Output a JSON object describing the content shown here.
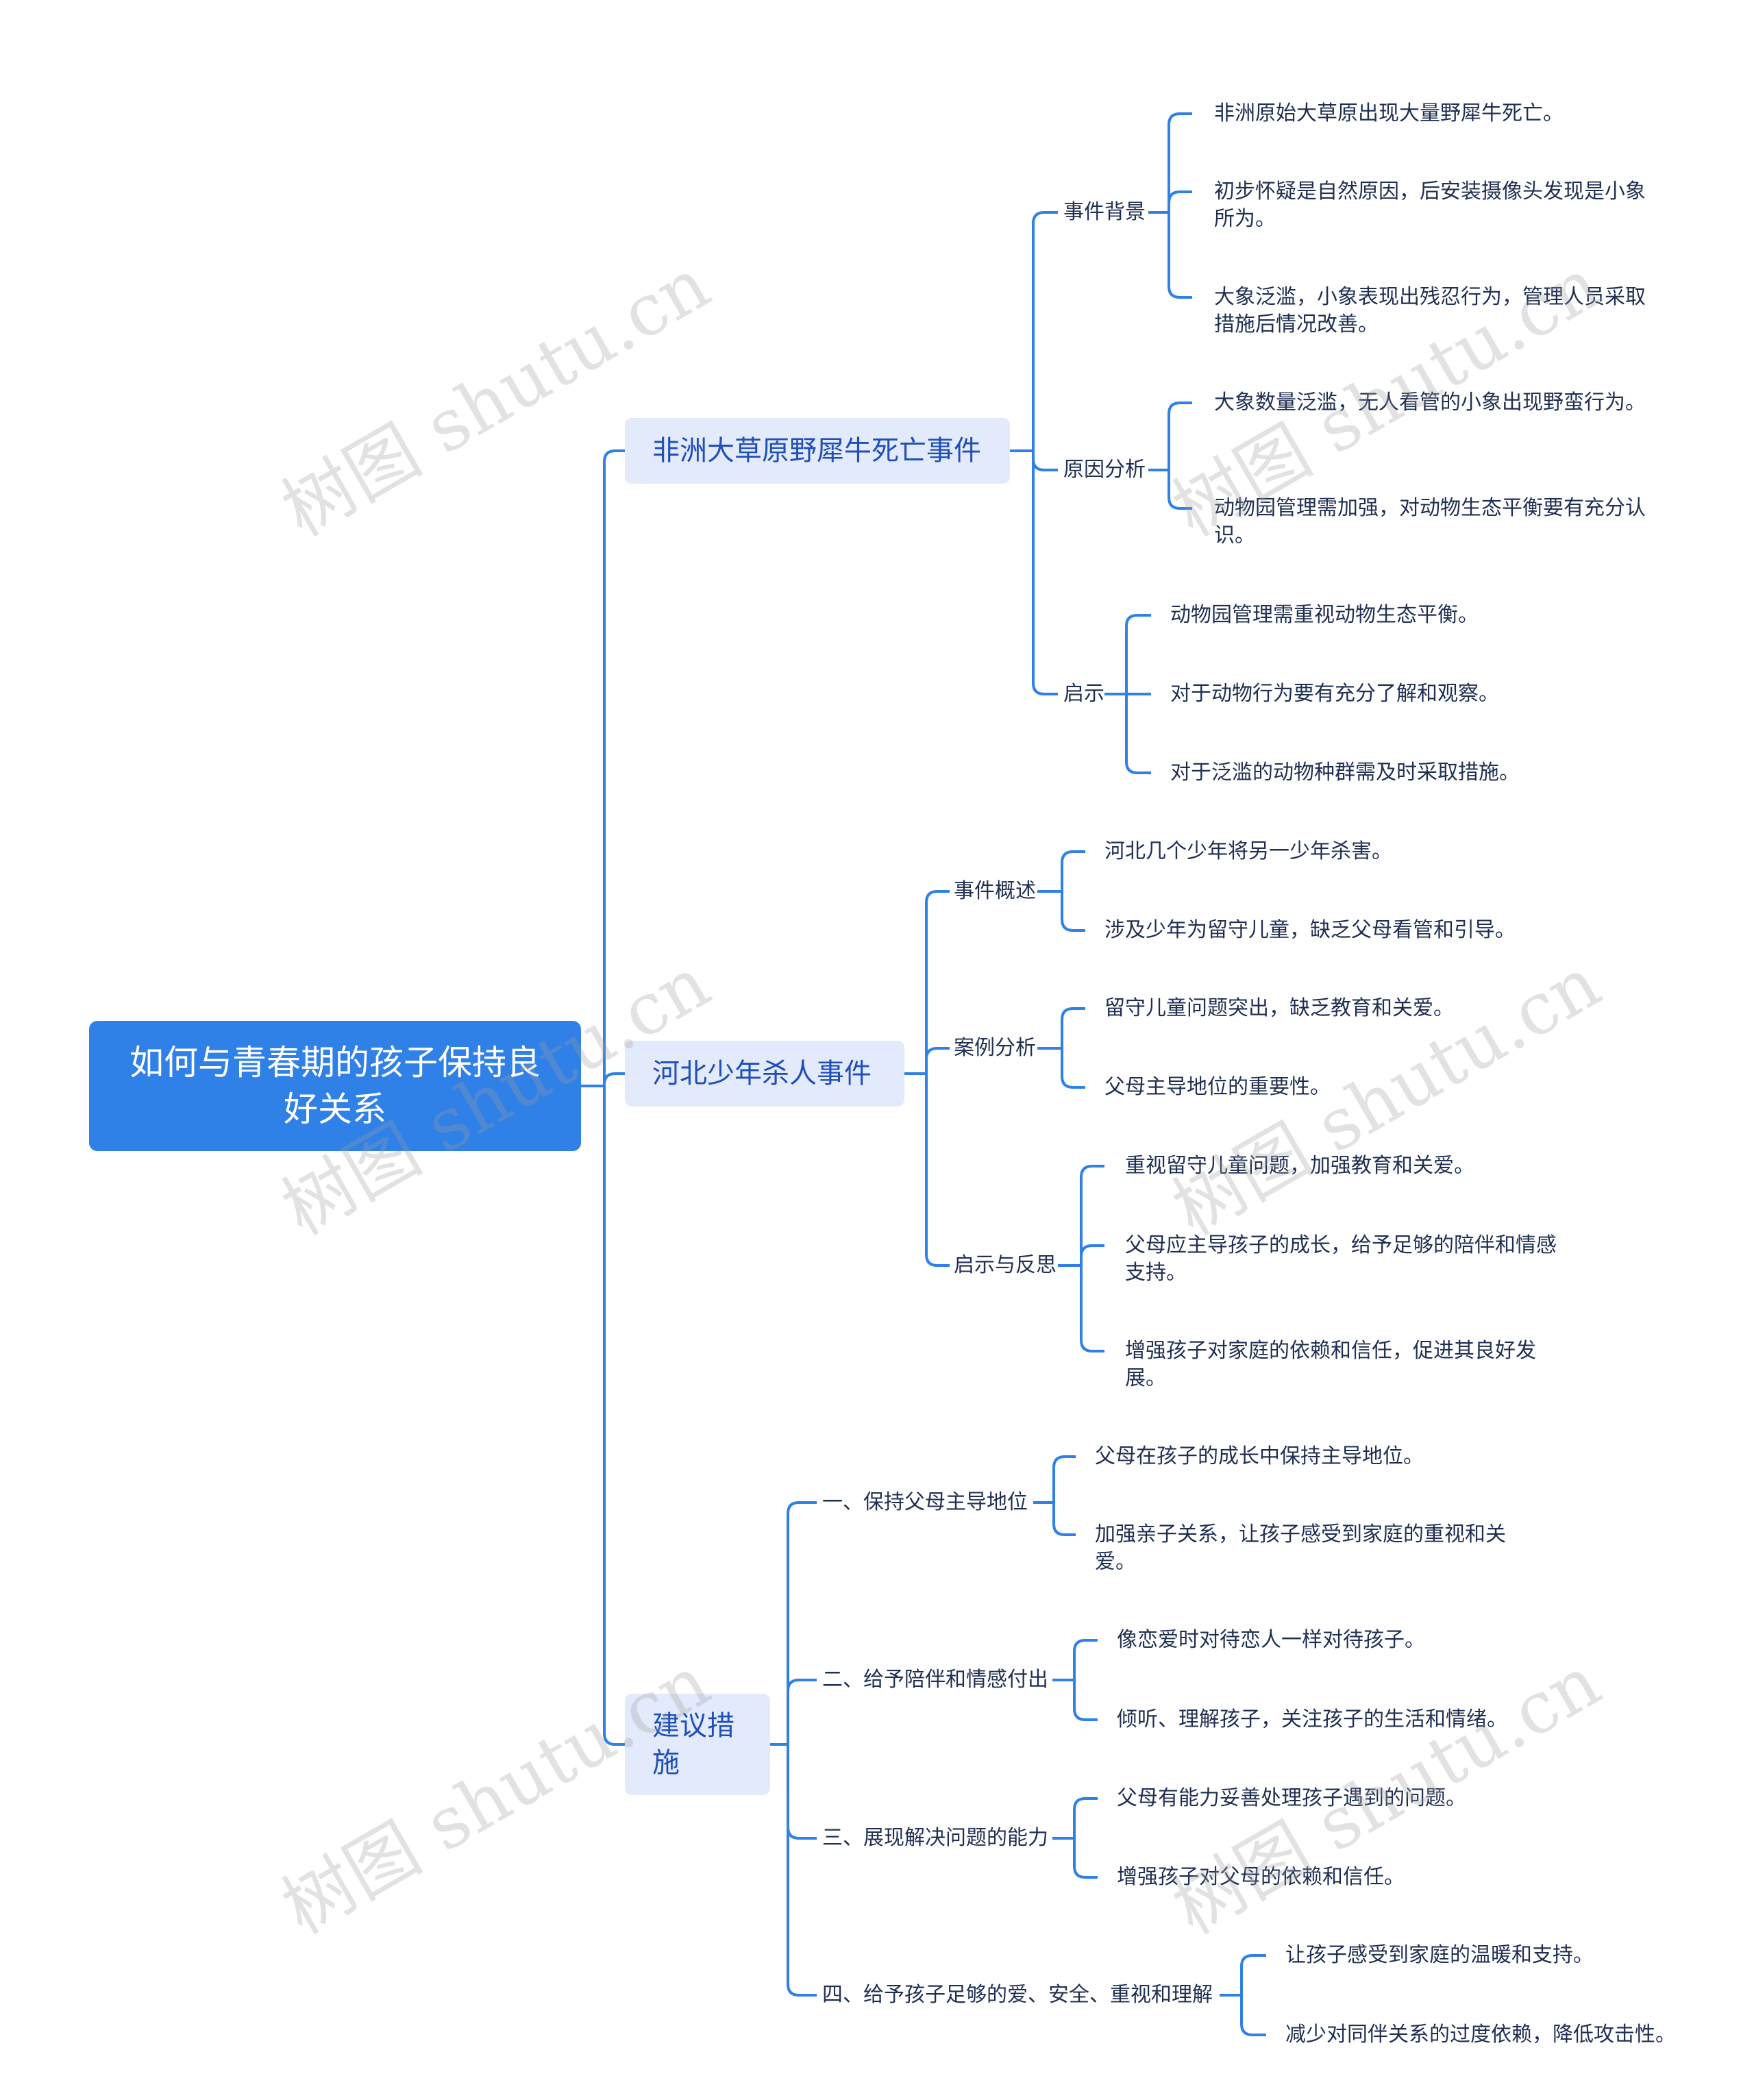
{
  "root": {
    "title": "如何与青春期的孩子保持良好关系"
  },
  "watermark": "树图 shutu.cn",
  "colors": {
    "root_bg": "#2f80e7",
    "branch_bg": "#e3eafc",
    "branch_text": "#1f4fb8",
    "line": "#2f80e7",
    "text": "#1f2f52"
  },
  "branches": [
    {
      "label": "非洲大草原野犀牛死亡事件",
      "children": [
        {
          "label": "事件背景",
          "leaves": [
            "非洲原始大草原出现大量野犀牛死亡。",
            "初步怀疑是自然原因，后安装摄像头发现是小象所为。",
            "大象泛滥，小象表现出残忍行为，管理人员采取措施后情况改善。"
          ]
        },
        {
          "label": "原因分析",
          "leaves": [
            "大象数量泛滥，无人看管的小象出现野蛮行为。",
            "动物园管理需加强，对动物生态平衡要有充分认识。"
          ]
        },
        {
          "label": "启示",
          "leaves": [
            "动物园管理需重视动物生态平衡。",
            "对于动物行为要有充分了解和观察。",
            "对于泛滥的动物种群需及时采取措施。"
          ]
        }
      ]
    },
    {
      "label": "河北少年杀人事件",
      "children": [
        {
          "label": "事件概述",
          "leaves": [
            "河北几个少年将另一少年杀害。",
            "涉及少年为留守儿童，缺乏父母看管和引导。"
          ]
        },
        {
          "label": "案例分析",
          "leaves": [
            "留守儿童问题突出，缺乏教育和关爱。",
            "父母主导地位的重要性。"
          ]
        },
        {
          "label": "启示与反思",
          "leaves": [
            "重视留守儿童问题，加强教育和关爱。",
            "父母应主导孩子的成长，给予足够的陪伴和情感支持。",
            "增强孩子对家庭的依赖和信任，促进其良好发展。"
          ]
        }
      ]
    },
    {
      "label": "建议措施",
      "children": [
        {
          "label": "一、保持父母主导地位",
          "leaves": [
            "父母在孩子的成长中保持主导地位。",
            "加强亲子关系，让孩子感受到家庭的重视和关爱。"
          ]
        },
        {
          "label": "二、给予陪伴和情感付出",
          "leaves": [
            "像恋爱时对待恋人一样对待孩子。",
            "倾听、理解孩子，关注孩子的生活和情绪。"
          ]
        },
        {
          "label": "三、展现解决问题的能力",
          "leaves": [
            "父母有能力妥善处理孩子遇到的问题。",
            "增强孩子对父母的依赖和信任。"
          ]
        },
        {
          "label": "四、给予孩子足够的爱、安全、重视和理解",
          "leaves": [
            "让孩子感受到家庭的温暖和支持。",
            "减少对同伴关系的过度依赖，降低攻击性。"
          ]
        }
      ]
    }
  ]
}
